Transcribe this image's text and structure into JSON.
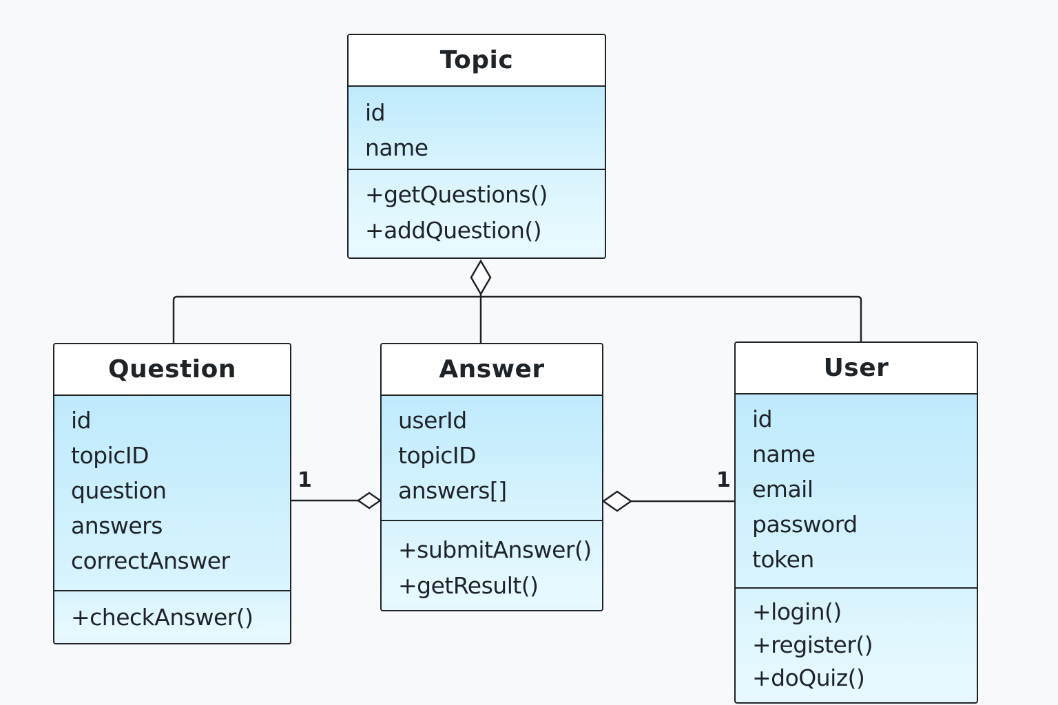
{
  "classes": {
    "topic": {
      "name": "Topic",
      "attributes": [
        "id",
        "name"
      ],
      "operations": [
        "+getQuestions()",
        "+addQuestion()"
      ]
    },
    "question": {
      "name": "Question",
      "attributes": [
        "id",
        "topicID",
        "question",
        "answers",
        "correctAnswer"
      ],
      "operations": [
        "+checkAnswer()"
      ]
    },
    "answer": {
      "name": "Answer",
      "attributes": [
        "userId",
        "topicID",
        "answers[]"
      ],
      "operations": [
        "+submitAnswer()",
        "+getResult()"
      ]
    },
    "user": {
      "name": "User",
      "attributes": [
        "id",
        "name",
        "email",
        "password",
        "token"
      ],
      "operations": [
        "+login()",
        "+register()",
        "+doQuiz()"
      ]
    }
  },
  "relationships": {
    "topic_children": {
      "type": "aggregation",
      "whole": "Topic",
      "parts": [
        "Question",
        "Answer",
        "User"
      ]
    },
    "question_answer": {
      "type": "aggregation",
      "whole": "Answer",
      "part": "Question",
      "multiplicity": "1"
    },
    "user_answer": {
      "type": "aggregation",
      "whole": "Answer",
      "part": "User",
      "multiplicity": "1"
    }
  },
  "colors": {
    "border": "#1f2327",
    "header_bg": "#ffffff",
    "attr_bg": "#bfeafc",
    "ops_bg": "#e0f6fe",
    "background": "#f7f9fb"
  }
}
